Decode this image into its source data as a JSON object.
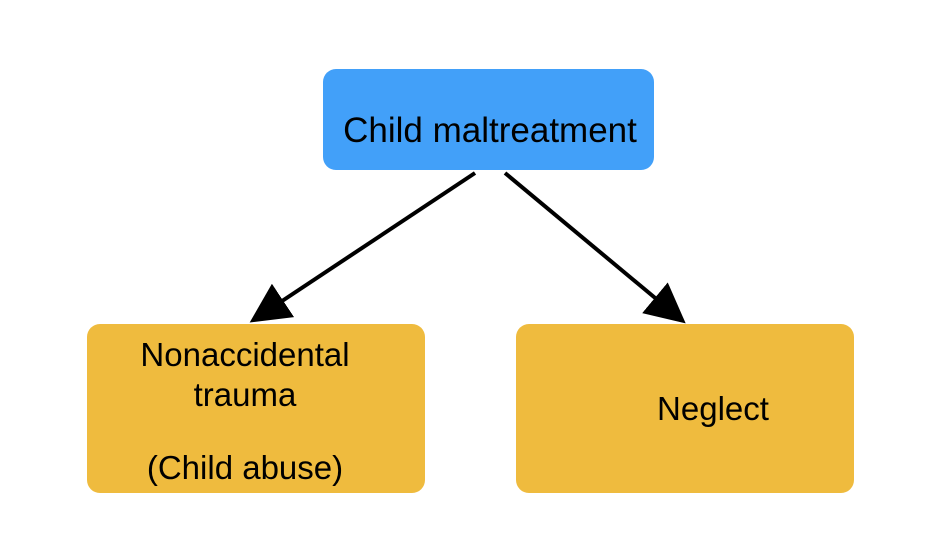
{
  "diagram": {
    "root": {
      "label": "Child maltreatment"
    },
    "children": [
      {
        "lines": [
          "Nonaccidental",
          "trauma",
          "(Child abuse)"
        ]
      },
      {
        "label": "Neglect"
      }
    ]
  },
  "colors": {
    "root_fill": "#42a0f9",
    "child_fill": "#efbb3e",
    "arrow": "#000000",
    "text": "#000000"
  }
}
